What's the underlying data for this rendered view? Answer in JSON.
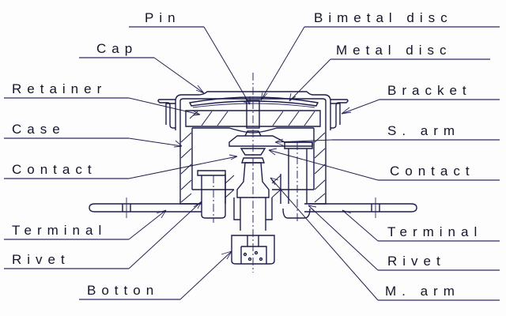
{
  "diagram": {
    "title": "Thermostat cross-section",
    "ink_color": "#1d1d4a",
    "background_color": "#fdfdfd",
    "labels_left": [
      {
        "id": "pin",
        "text": "Pin"
      },
      {
        "id": "cap",
        "text": "Cap"
      },
      {
        "id": "retainer",
        "text": "Retainer"
      },
      {
        "id": "case",
        "text": "Case"
      },
      {
        "id": "contact-left",
        "text": "Contact"
      },
      {
        "id": "terminal-left",
        "text": "Terminal"
      },
      {
        "id": "rivet-left",
        "text": "Rivet"
      },
      {
        "id": "botton",
        "text": "Botton"
      }
    ],
    "labels_right": [
      {
        "id": "bimetal-disc",
        "text": "Bimetal disc"
      },
      {
        "id": "metal-disc",
        "text": "Metal disc"
      },
      {
        "id": "bracket",
        "text": "Bracket"
      },
      {
        "id": "s-arm",
        "text": "S. arm"
      },
      {
        "id": "contact-right",
        "text": "Contact"
      },
      {
        "id": "terminal-right",
        "text": "Terminal"
      },
      {
        "id": "rivet-right",
        "text": "Rivet"
      },
      {
        "id": "m-arm",
        "text": "M. arm"
      }
    ]
  }
}
